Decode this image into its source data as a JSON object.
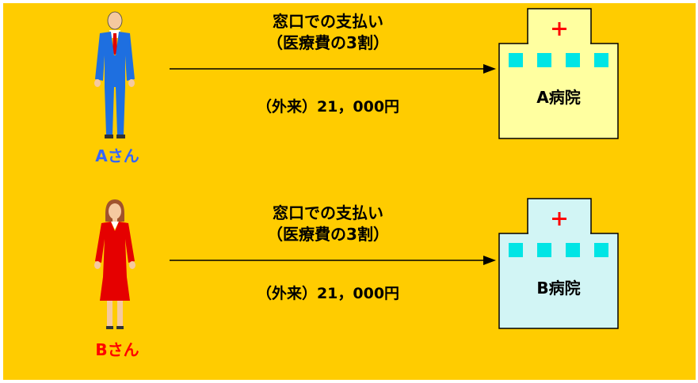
{
  "colors": {
    "background": "#FFCC00",
    "person_a_label": "#3366FF",
    "person_b_label": "#FF0000",
    "hospital_a_fill": "#FFFFA0",
    "hospital_b_fill": "#D2F5F5",
    "window": "#00E5E5",
    "cross": "#FF0000"
  },
  "rows": [
    {
      "person_label": "Aさん",
      "caption_line1": "窓口での支払い",
      "caption_line2": "（医療費の3割）",
      "amount": "（外来）21，000円",
      "hospital_name": "A病院"
    },
    {
      "person_label": "Bさん",
      "caption_line1": "窓口での支払い",
      "caption_line2": "（医療費の3割）",
      "amount": "（外来）21，000円",
      "hospital_name": "B病院"
    }
  ]
}
